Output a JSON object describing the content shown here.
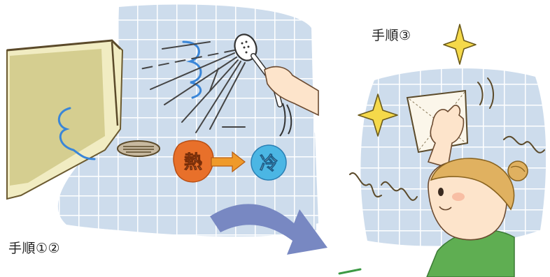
{
  "labels": {
    "step_1_2": "手順①②",
    "step_3": "手順③",
    "hot_badge": "熱",
    "cold_badge": "冷"
  },
  "colors": {
    "tile_background": "#cddcec",
    "tile_grout": "#ffffff",
    "bathtub": "#f1ecc2",
    "bathtub_shadow": "#a9a25a",
    "hot_badge": "#e8702a",
    "cold_badge": "#4bb6e4",
    "arrow_small": "#ef9a2a",
    "big_arrow": "#7888c2",
    "sparkle": "#f5d94a",
    "steam": "#3a86d8",
    "shirt": "#5fae52",
    "hair": "#e0b160",
    "skin": "#fde4cb"
  },
  "icons": [
    "shower-head-icon",
    "sparkle-icon",
    "steam-icon",
    "drain-icon",
    "cloth-icon",
    "arrow-icon"
  ]
}
